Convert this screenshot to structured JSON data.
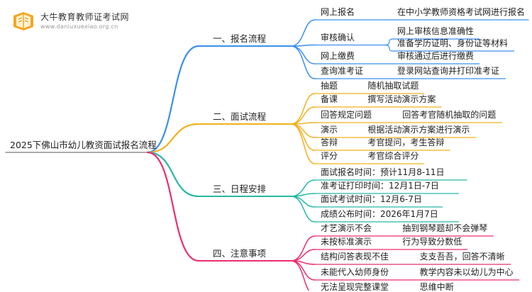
{
  "logo": {
    "title": "大牛教育教师证考试网",
    "subtitle": "www.daniuxuexiao.org.cn",
    "icon": "book-icon"
  },
  "root": "2025下佛山市幼儿教资面试报名流程",
  "branches": [
    {
      "label": "一、报名流程",
      "color": "#3b8ff0",
      "items": [
        {
          "label": "网上报名",
          "details": [
            "在中小学教师资格考试网进行报名"
          ]
        },
        {
          "label": "审核确认",
          "details": [
            "网上审核信息准确性",
            "准备学历证明、身份证等材料"
          ]
        },
        {
          "label": "网上缴费",
          "details": [
            "审核通过后进行缴费"
          ]
        },
        {
          "label": "查询准考证",
          "details": [
            "登录网站查询并打印准考证"
          ]
        }
      ]
    },
    {
      "label": "二、面试流程",
      "color": "#f2b01e",
      "items": [
        {
          "label": "抽题",
          "details": [
            "随机抽取试题"
          ]
        },
        {
          "label": "备课",
          "details": [
            "撰写活动演示方案"
          ]
        },
        {
          "label": "回答规定问题",
          "details": [
            "回答考官随机抽取的问题"
          ]
        },
        {
          "label": "演示",
          "details": [
            "根据活动演示方案进行演示"
          ]
        },
        {
          "label": "答辩",
          "details": [
            "考官提问，考生答辩"
          ]
        },
        {
          "label": "评分",
          "details": [
            "考官综合评分"
          ]
        }
      ]
    },
    {
      "label": "三、日程安排",
      "color": "#27b8a6",
      "items": [
        {
          "label": "面试报名时间：预计11月8-11日",
          "details": []
        },
        {
          "label": "准考证打印时间：12月1日-7日",
          "details": []
        },
        {
          "label": "面试考试时间：12月6-7日",
          "details": []
        },
        {
          "label": "成绩公布时间：2026年1月7日",
          "details": []
        }
      ]
    },
    {
      "label": "四、注意事项",
      "color": "#ec2d6e",
      "items": [
        {
          "label": "才艺演示不会",
          "details": [
            "抽到钢琴题却不会弹琴"
          ]
        },
        {
          "label": "未按标准演示",
          "details": [
            "行为导致分数低"
          ]
        },
        {
          "label": "结构问答表现不佳",
          "details": [
            "支支吾吾，回答不清晰"
          ]
        },
        {
          "label": "未能代入幼师身份",
          "details": [
            "教学内容未以幼儿为中心"
          ]
        },
        {
          "label": "无法呈现完整课堂",
          "details": [
            "思维中断"
          ]
        }
      ]
    }
  ]
}
